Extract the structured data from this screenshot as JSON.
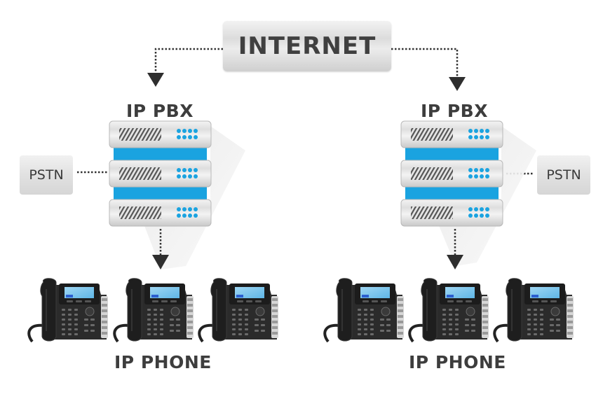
{
  "diagram": {
    "internet": {
      "label": "INTERNET"
    },
    "sites": [
      {
        "pbx_label": "IP PBX",
        "pstn_label": "PSTN",
        "phones_label": "IP PHONE",
        "server_units": 3,
        "phones": 3
      },
      {
        "pbx_label": "IP PBX",
        "pstn_label": "PSTN",
        "phones_label": "IP PHONE",
        "server_units": 3,
        "phones": 3
      }
    ],
    "colors": {
      "accent_blue": "#1aa3e0",
      "label_gray": "#3d3d3d",
      "arrow_dark": "#2e2e2e",
      "phone_body": "#2b2b2b",
      "screen_blue": "#7fc8ee"
    }
  }
}
